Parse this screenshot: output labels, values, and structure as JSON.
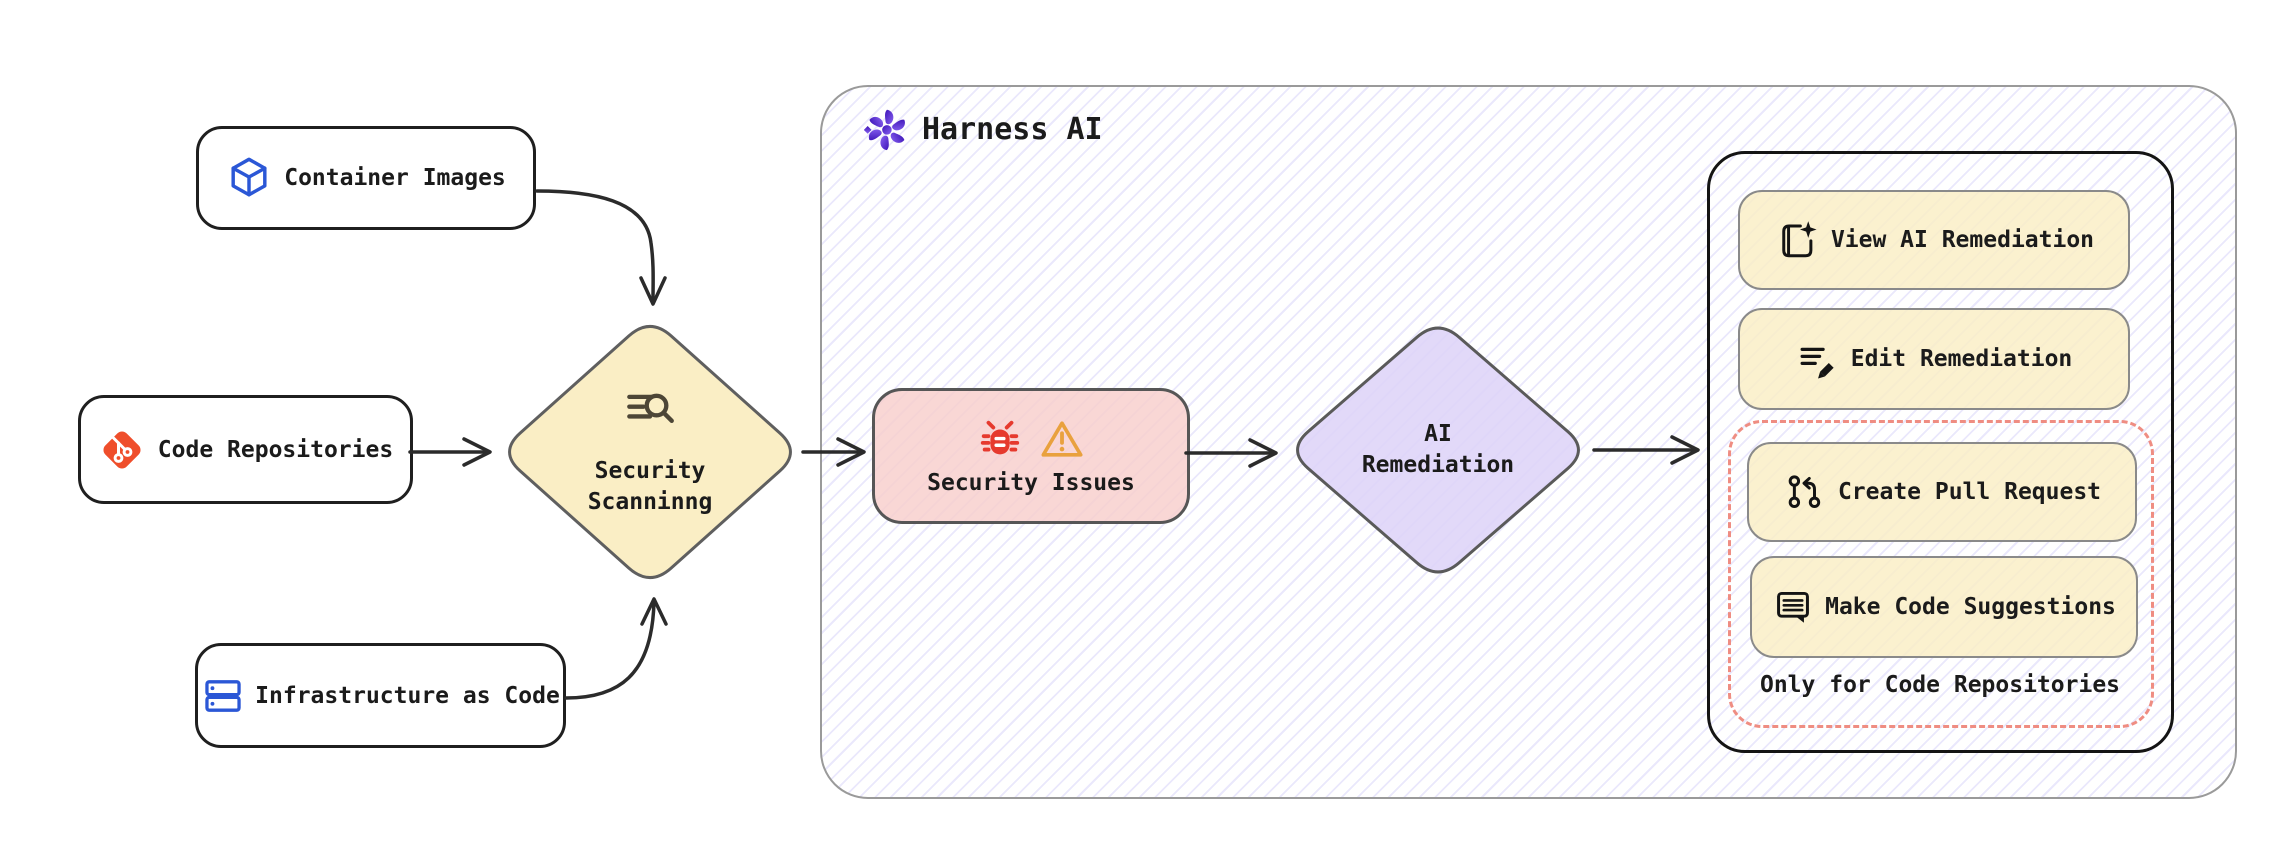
{
  "harness": {
    "title": "Harness AI"
  },
  "nodes": {
    "container_images": {
      "label": "Container Images",
      "icon": "cube-icon"
    },
    "code_repositories": {
      "label": "Code Repositories",
      "icon": "git-icon"
    },
    "infrastructure_as_code": {
      "label": "Infrastructure as Code",
      "icon": "server-stack-icon"
    },
    "security_scanning": {
      "line1": "Security",
      "line2": "Scanninng",
      "icon": "scan-search-icon"
    },
    "security_issues": {
      "label": "Security Issues",
      "icons": [
        "bug-icon",
        "warning-icon"
      ]
    },
    "ai_remediation": {
      "line1": "AI",
      "line2": "Remediation"
    }
  },
  "actions": {
    "view_ai_remediation": {
      "label": "View AI Remediation",
      "icon": "journal-sparkle-icon"
    },
    "edit_remediation": {
      "label": "Edit Remediation",
      "icon": "edit-lines-pencil-icon"
    },
    "create_pull_request": {
      "label": "Create Pull Request",
      "icon": "pull-request-icon"
    },
    "make_code_suggestions": {
      "label": "Make Code Suggestions",
      "icon": "comment-lines-icon"
    },
    "note": "Only for Code Repositories"
  },
  "icons": {
    "cube-icon": "blue 3D cube outline",
    "git-icon": "red git logo diamond with white branch",
    "server-stack-icon": "blue stacked server racks",
    "scan-search-icon": "magnifier with list lines",
    "harness-logo-icon": "purple pinwheel flower",
    "bug-icon": "red bug",
    "warning-icon": "orange warning triangle",
    "journal-sparkle-icon": "document with sparkle",
    "edit-lines-pencil-icon": "text lines with pencil",
    "pull-request-icon": "git pull request",
    "comment-lines-icon": "speech bubble with text lines"
  },
  "colors": {
    "text": "#1b1b1b",
    "arrow": "#2b2b2b",
    "node_border": "#1f1f1f",
    "yellow_fill": "#faeec5",
    "pink_fill": "#f7cdca",
    "purple_fill": "#ddd2f8",
    "hatch_line": "#8076eb",
    "harness_border": "#9a9a9a",
    "panel_border": "#141414",
    "dashed_border": "#ef8d82",
    "icon_blue": "#2b57d6",
    "git_red": "#ef4e2b",
    "bug_red": "#e63a2e",
    "warning_orange": "#e9a13e",
    "harness_purple": "#6a35e8",
    "scan_icon": "#4d4636"
  }
}
